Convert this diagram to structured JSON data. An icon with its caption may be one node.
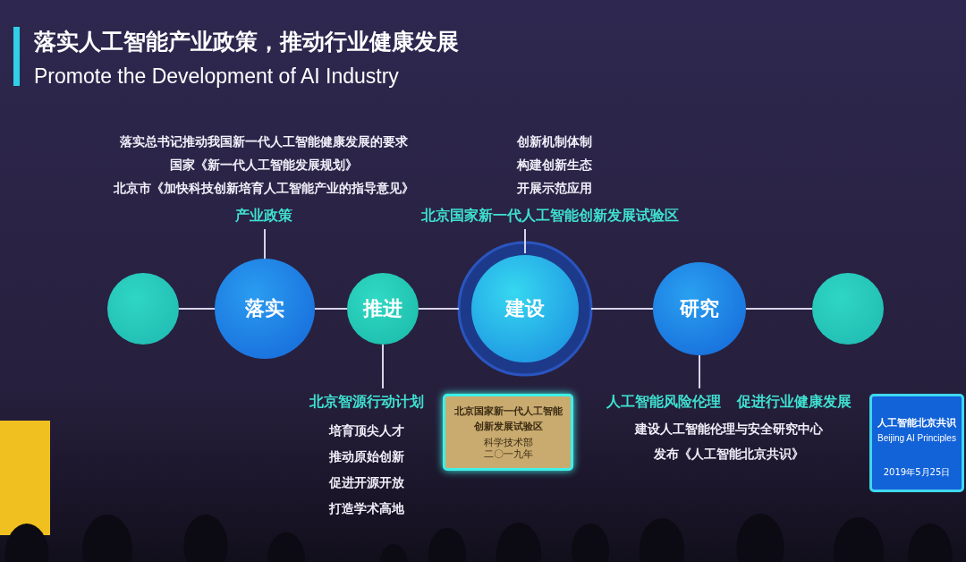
{
  "diagram": {
    "title": "落实人工智能产业政策，推动行业健康发展",
    "nodes": [
      {
        "text": [],
        "shape": "circle"
      },
      {
        "text": [
          "落实"
        ]
      },
      {
        "text": [
          "推进"
        ]
      },
      {
        "text": [
          "建设"
        ]
      },
      {
        "text": [
          "研究"
        ]
      },
      {
        "text": [],
        "shape": "circle"
      },
      {
        "text": [
          "落实总书记推动我国新一代人工智能健康发展的要求",
          "国家《新一代人工智能发展规划》",
          "北京市《加快科技创新培育人工智能产业的指导意见》",
          "产业政策"
        ]
      },
      {
        "text": [
          "创新机制体制",
          "构建创新生态",
          "开展示范应用",
          "北京国家新一代人工智能创新发展试验区"
        ]
      },
      {
        "text": [
          "北京智源行动计划",
          "培育顶尖人才",
          "推动原始创新",
          "促进开源开放",
          "打造学术高地"
        ]
      },
      {
        "text": [
          "人工智能风险伦理",
          "促进行业健康发展",
          "建设人工智能伦理与安全研究中心",
          "发布《人工智能北京共识》"
        ]
      },
      {
        "text": [
          "北京国家新一代人工智能创新发展试验区",
          "科学技术部",
          "二〇一九年"
        ]
      },
      {
        "text": [
          "人工智能北京共识",
          "Beijing AI Principles",
          "2019年5月25日"
        ]
      }
    ],
    "edges": [
      {
        "from": 0,
        "to": 1,
        "arrow": "none"
      },
      {
        "from": 1,
        "to": 2,
        "arrow": "none"
      },
      {
        "from": 2,
        "to": 3,
        "arrow": "none"
      },
      {
        "from": 3,
        "to": 4,
        "arrow": "none"
      },
      {
        "from": 4,
        "to": 5,
        "arrow": "none"
      },
      {
        "from": 6,
        "to": 1,
        "arrow": "none"
      },
      {
        "from": 7,
        "to": 3,
        "arrow": "none"
      },
      {
        "from": 2,
        "to": 8,
        "arrow": "none"
      },
      {
        "from": 4,
        "to": 9,
        "arrow": "none"
      }
    ],
    "labels": [
      "Promote the Development of AI Industry"
    ]
  }
}
